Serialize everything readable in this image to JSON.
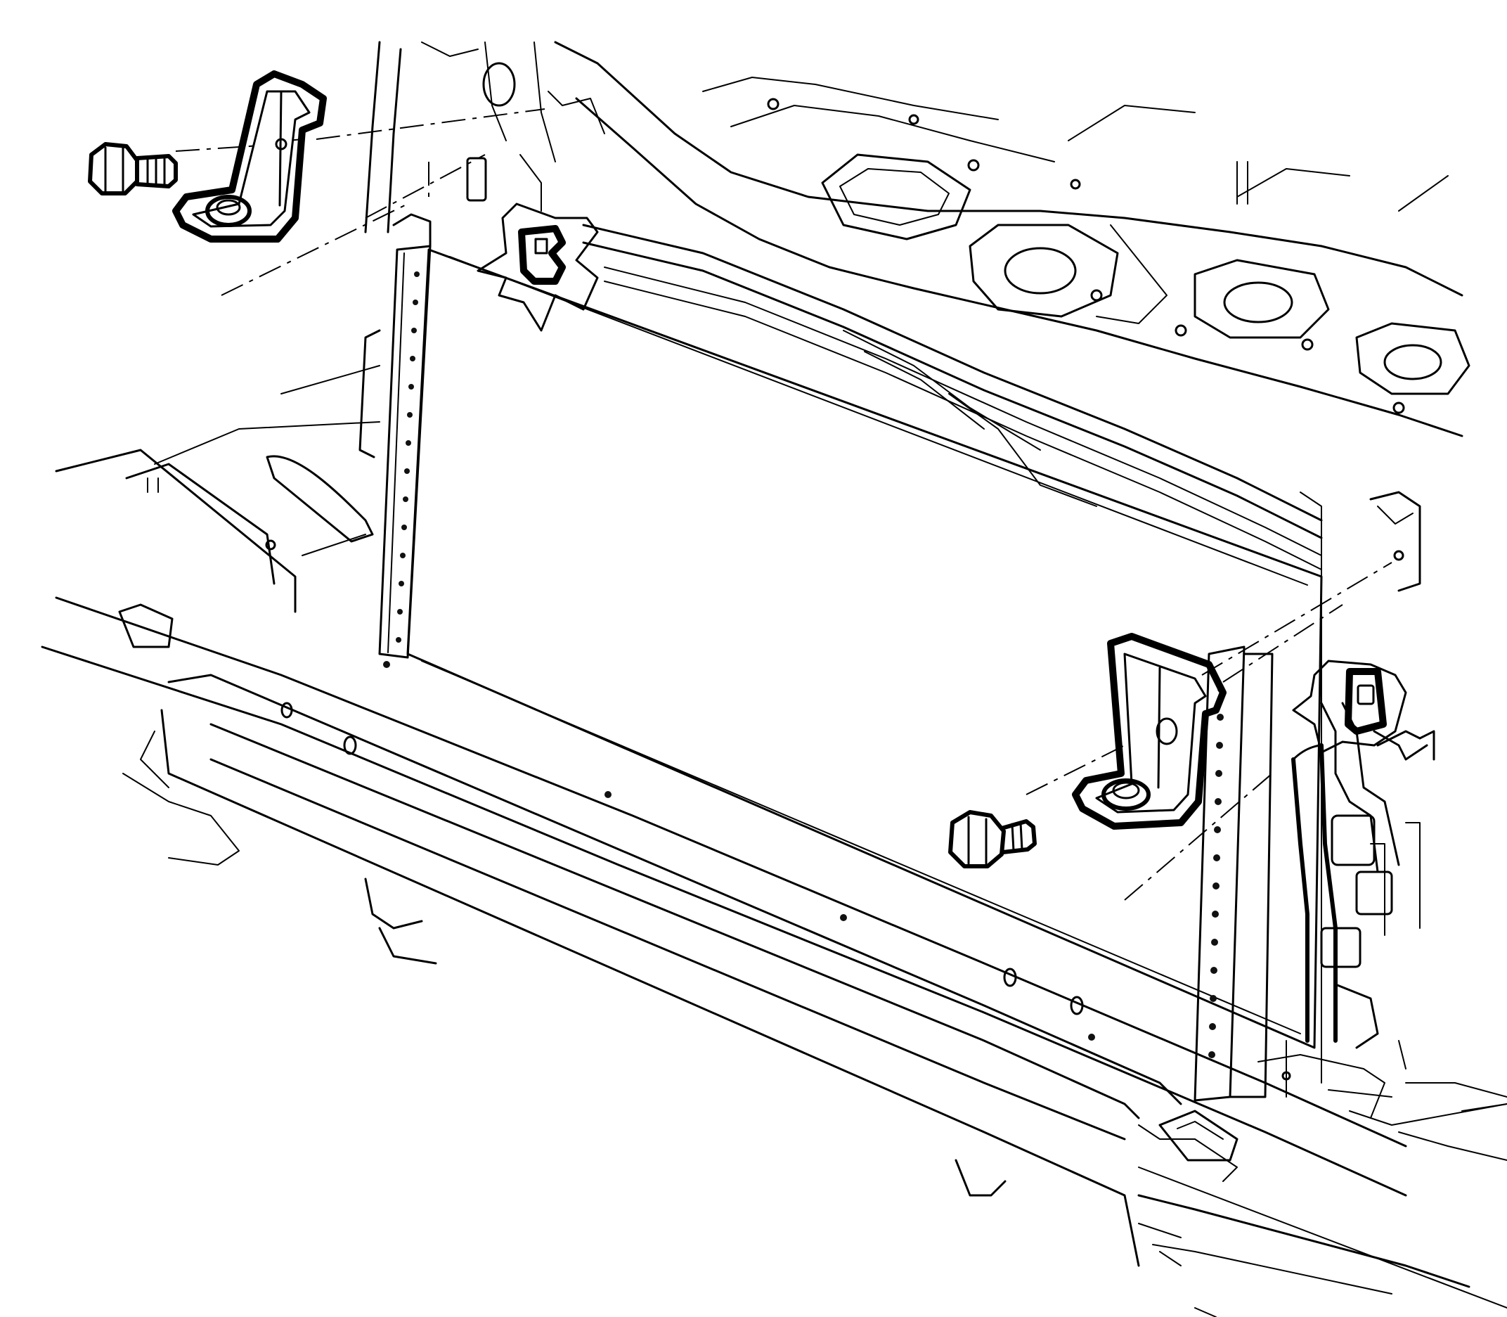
{
  "diagram": {
    "background": "#ffffff",
    "line_color": "#000000",
    "components": [
      "upper-radiator-support",
      "radiator-core",
      "left-radiator-side-tank",
      "right-radiator-side-tank",
      "front-bumper-impact-bar",
      "left-upper-radiator-bracket",
      "right-upper-radiator-bracket",
      "left-bracket-bolt",
      "right-bracket-bolt",
      "left-retainer-clip-callout",
      "right-retainer-clip-callout",
      "wiring-harness"
    ]
  }
}
